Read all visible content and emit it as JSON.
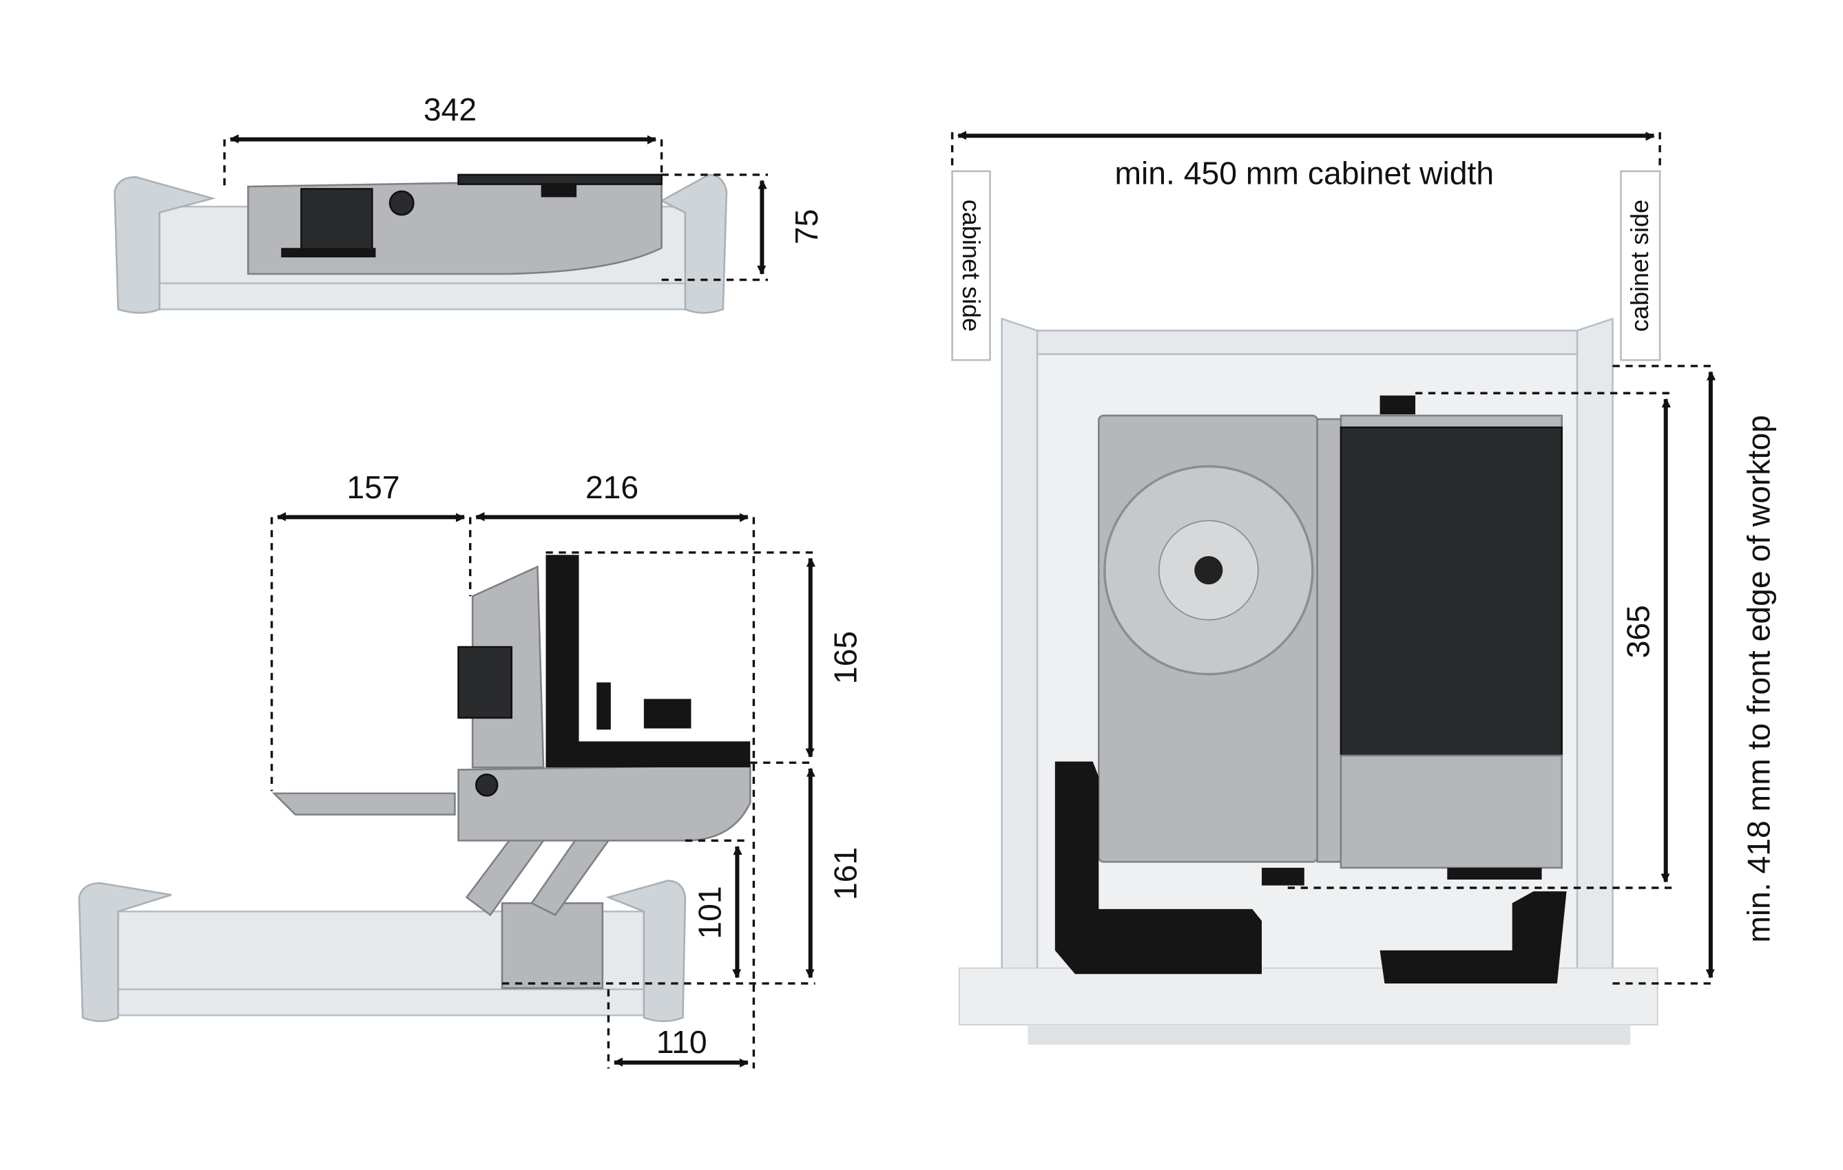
{
  "top_view": {
    "width_label": "342",
    "height_label": "75"
  },
  "side_view": {
    "carriage_extension_label": "157",
    "depth_label": "216",
    "upper_height_label": "165",
    "lower_height_label": "161",
    "arm_height_label": "101",
    "base_offset_label": "110"
  },
  "front_view": {
    "cabinet_width_label": "min. 450 mm cabinet width",
    "cabinet_side_left": "cabinet side",
    "cabinet_side_right": "cabinet side",
    "height_label": "365",
    "worktop_label": "min. 418 mm to front edge of worktop"
  },
  "colors": {
    "line": "#111111",
    "tray": "#e6e9ec",
    "metal": "#b5b7ba",
    "dark": "#2a2b2d"
  }
}
